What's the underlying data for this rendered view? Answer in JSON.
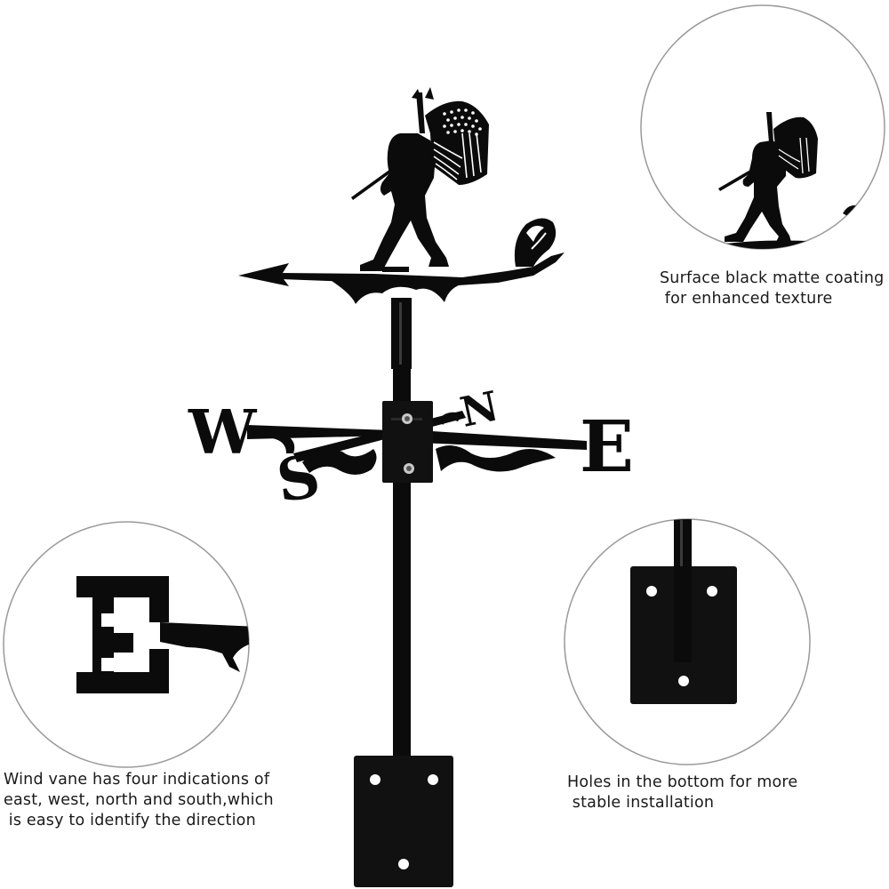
{
  "product": {
    "colors": {
      "metal": "#0b0b0b",
      "bracket": "#111111",
      "circle_border": "#9a9a9a",
      "text": "#1a1a1a",
      "background": "#ffffff"
    },
    "compass_letters": {
      "west": "W",
      "east": "E",
      "north": "N",
      "south": "S"
    },
    "details": [
      {
        "id": "coating",
        "lines": [
          "Surface black matte coating",
          " for enhanced texture"
        ]
      },
      {
        "id": "directions",
        "lines": [
          "Wind vane has four indications of",
          "east, west, north and south,which",
          " is easy to identify the direction"
        ]
      },
      {
        "id": "holes",
        "lines": [
          "Holes in the bottom for more",
          " stable installation"
        ]
      }
    ]
  }
}
